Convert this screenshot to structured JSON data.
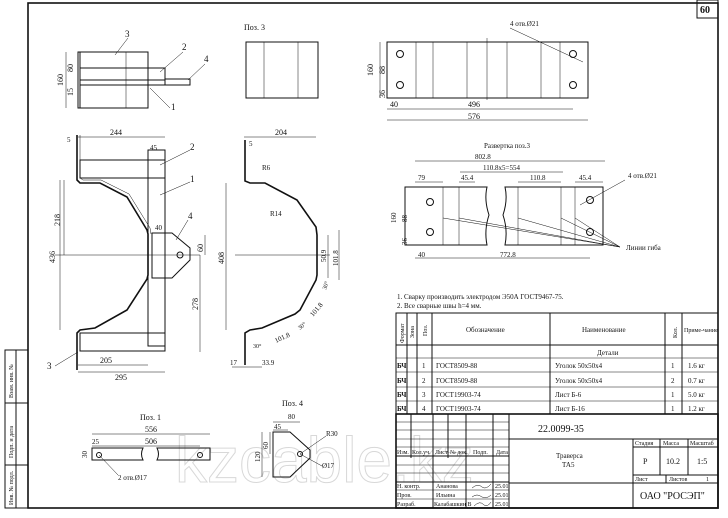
{
  "sheet_number": "60",
  "watermark": "kzcable.kz",
  "side_stamp": {
    "replace_inv": "Взам. инв. №",
    "sign_date": "Подп. и дата",
    "inv_orig": "Инв. № подл."
  },
  "view_assembly": {
    "leaders": [
      "3",
      "2",
      "4",
      "1"
    ],
    "dims": [
      "160",
      "80",
      "15"
    ]
  },
  "pos3_title": "Поз. 3",
  "plate_view": {
    "holes": "4 отв.Ø21",
    "dims": [
      "160",
      "88",
      "36",
      "40",
      "496",
      "576"
    ]
  },
  "development": {
    "title": "Развертка поз.3",
    "dims": [
      "802.8",
      "110.8x5=554",
      "79",
      "45.4",
      "110.8",
      "45.4",
      "160",
      "88",
      "36",
      "40",
      "772.8"
    ],
    "holes": "4 отв.Ø21",
    "bend_lines": "Линии гиба"
  },
  "front_view": {
    "dims": [
      "244",
      "5",
      "45",
      "218",
      "436",
      "40",
      "60",
      "278",
      "205",
      "295"
    ],
    "leaders": [
      "2",
      "1",
      "4",
      "3"
    ]
  },
  "profile_view": {
    "dims": [
      "204",
      "5",
      "R6",
      "R14",
      "408",
      "50.9",
      "101.8",
      "30°",
      "101.8",
      "30°",
      "101.8",
      "30°",
      "17",
      "33.9"
    ]
  },
  "pos1": {
    "title": "Поз. 1",
    "dims": [
      "556",
      "506",
      "25",
      "30"
    ],
    "holes": "2 отв.Ø17"
  },
  "pos4": {
    "title": "Поз. 4",
    "dims": [
      "80",
      "45",
      "120",
      "60",
      "R30",
      "Ø17"
    ]
  },
  "notes": [
    "1. Сварку производить электродом Э50А ГОСТ9467-75.",
    "2. Все сварные швы h=4 мм."
  ],
  "spec_table": {
    "headers": [
      "Формат",
      "Зона",
      "Поз.",
      "Обозначение",
      "Наименование",
      "Кол.",
      "Приме-чание"
    ],
    "section": "Детали",
    "rows": [
      {
        "format": "БЧ",
        "pos": "1",
        "designation": "ГОСТ8509-88",
        "name": "Уголок 50х50х4",
        "qty": "1",
        "note": "1.6 кг"
      },
      {
        "format": "БЧ",
        "pos": "2",
        "designation": "ГОСТ8509-88",
        "name": "Уголок 50х50х4",
        "qty": "2",
        "note": "0.7 кг"
      },
      {
        "format": "БЧ",
        "pos": "3",
        "designation": "ГОСТ19903-74",
        "name": "Лист Б-6",
        "qty": "1",
        "note": "5.0 кг"
      },
      {
        "format": "БЧ",
        "pos": "4",
        "designation": "ГОСТ19903-74",
        "name": "Лист Б-16",
        "qty": "1",
        "note": "1.2 кг"
      }
    ]
  },
  "title_block": {
    "doc_number": "22.0099-35",
    "rev_headers": [
      "Изм.",
      "Кол.уч.",
      "Лист",
      "№ док.",
      "Подп.",
      "Дата"
    ],
    "roles": [
      "Н. контр.",
      "Пров.",
      "Разраб."
    ],
    "names": [
      "Ананова",
      "Ильина",
      "Калабашкин В"
    ],
    "dates": [
      "25.01",
      "25.01",
      "25.01"
    ],
    "item_name": [
      "Траверса",
      "ТА5"
    ],
    "stage_label": "Стадия",
    "mass_label": "Масса",
    "scale_label": "Масштаб",
    "stage": "Р",
    "mass": "10.2",
    "scale": "1:5",
    "sheet_label": "Лист",
    "sheets_label": "Листов",
    "sheets": "1",
    "company": "ОАО \"РОСЭП\""
  }
}
